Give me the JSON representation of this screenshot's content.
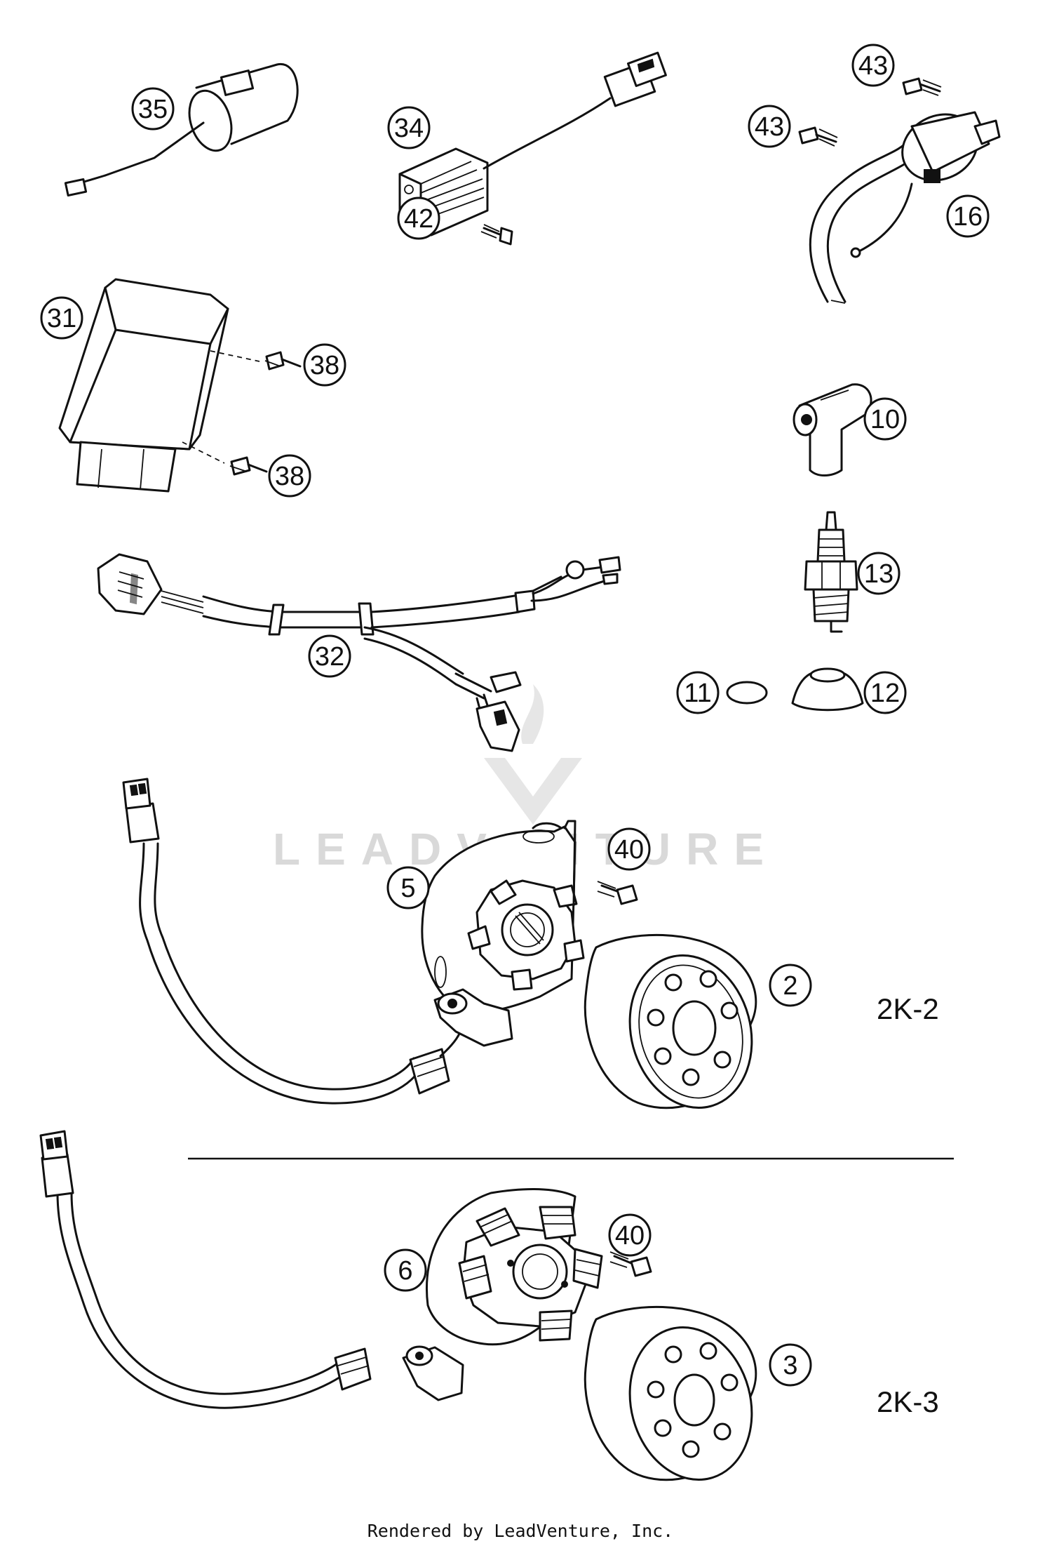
{
  "callouts": [
    {
      "label": "35"
    },
    {
      "label": "34"
    },
    {
      "label": "43"
    },
    {
      "label": "43"
    },
    {
      "label": "42"
    },
    {
      "label": "16"
    },
    {
      "label": "31"
    },
    {
      "label": "38"
    },
    {
      "label": "38"
    },
    {
      "label": "10"
    },
    {
      "label": "13"
    },
    {
      "label": "32"
    },
    {
      "label": "11"
    },
    {
      "label": "12"
    },
    {
      "label": "40"
    },
    {
      "label": "5"
    },
    {
      "label": "2"
    },
    {
      "label": "40"
    },
    {
      "label": "6"
    },
    {
      "label": "3"
    }
  ],
  "variants": {
    "upper": "2K-2",
    "lower": "2K-3"
  },
  "watermark": "LEADVENTURE",
  "credit": "Rendered by LeadVenture, Inc.",
  "colors": {
    "line": "#111111",
    "background": "#ffffff",
    "watermark": "#d9d9d9"
  }
}
